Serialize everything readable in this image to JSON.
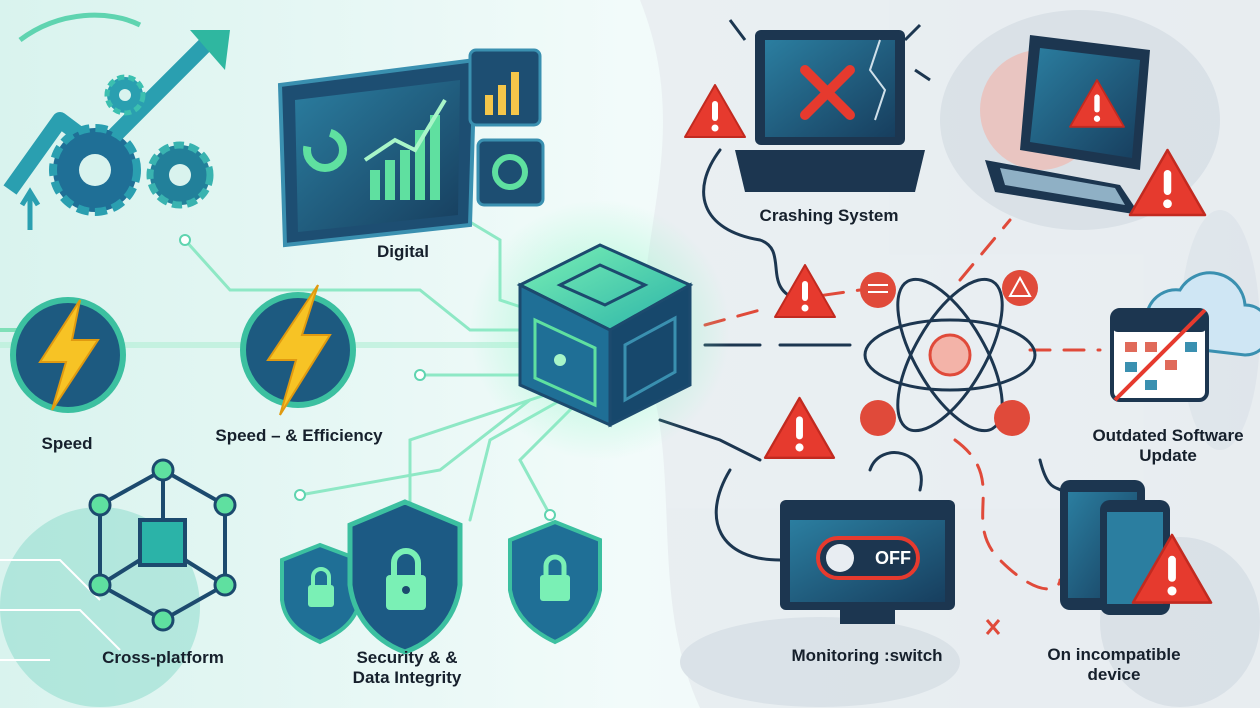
{
  "left_panel": {
    "digital_label": "Digital",
    "speed_label": "Speed",
    "speed_efficiency_label": "Speed – & Efficiency",
    "cross_platform_label": "Cross-platform",
    "security_label_line1": "Security & &",
    "security_label_line2": "Data Integrity"
  },
  "right_panel": {
    "crashing_label": "Crashing System",
    "outdated_label_line1": "Outdated Software",
    "outdated_label_line2": "Update",
    "monitoring_label": "Monitoring :switch",
    "monitor_switch_text": "OFF",
    "incompatible_label_line1": "On incompatible",
    "incompatible_label_line2": "device"
  },
  "colors": {
    "teal": "#1f7f8f",
    "navy": "#1c4a6e",
    "green": "#5fe0a0",
    "alert_red": "#e63a2e",
    "lightning": "#f7c325"
  }
}
